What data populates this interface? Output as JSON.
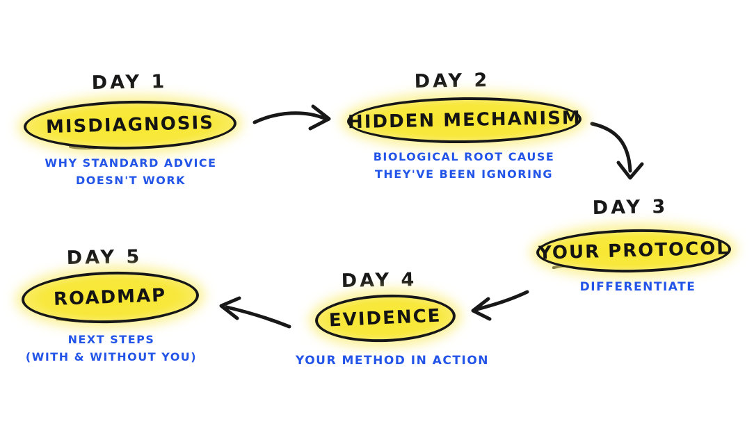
{
  "diagram": {
    "type": "hand-drawn-flow",
    "background": "#FFFFFF",
    "colors": {
      "highlight_yellow": "#F8E72F",
      "highlight_glow": "#FCF4A8",
      "ink_black": "#181818",
      "annotation_blue": "#2254E8"
    },
    "nodes": [
      {
        "day": "DAY 1",
        "topic": "MISDIAGNOSIS",
        "note_lines": [
          "WHY STANDARD ADVICE",
          "DOESN'T WORK"
        ]
      },
      {
        "day": "DAY 2",
        "topic": "HIDDEN MECHANISM",
        "note_lines": [
          "BIOLOGICAL ROOT CAUSE",
          "THEY'VE BEEN IGNORING"
        ]
      },
      {
        "day": "DAY 3",
        "topic": "YOUR PROTOCOL",
        "note_lines": [
          "DIFFERENTIATE"
        ]
      },
      {
        "day": "DAY 4",
        "topic": "EVIDENCE",
        "note_lines": [
          "YOUR METHOD IN ACTION"
        ]
      },
      {
        "day": "DAY 5",
        "topic": "ROADMAP",
        "note_lines": [
          "NEXT STEPS",
          "(WITH & WITHOUT YOU)"
        ]
      }
    ],
    "connections": [
      {
        "from": "DAY 1",
        "to": "DAY 2",
        "direction": "right"
      },
      {
        "from": "DAY 2",
        "to": "DAY 3",
        "direction": "down"
      },
      {
        "from": "DAY 3",
        "to": "DAY 4",
        "direction": "left"
      },
      {
        "from": "DAY 4",
        "to": "DAY 5",
        "direction": "left"
      }
    ]
  }
}
